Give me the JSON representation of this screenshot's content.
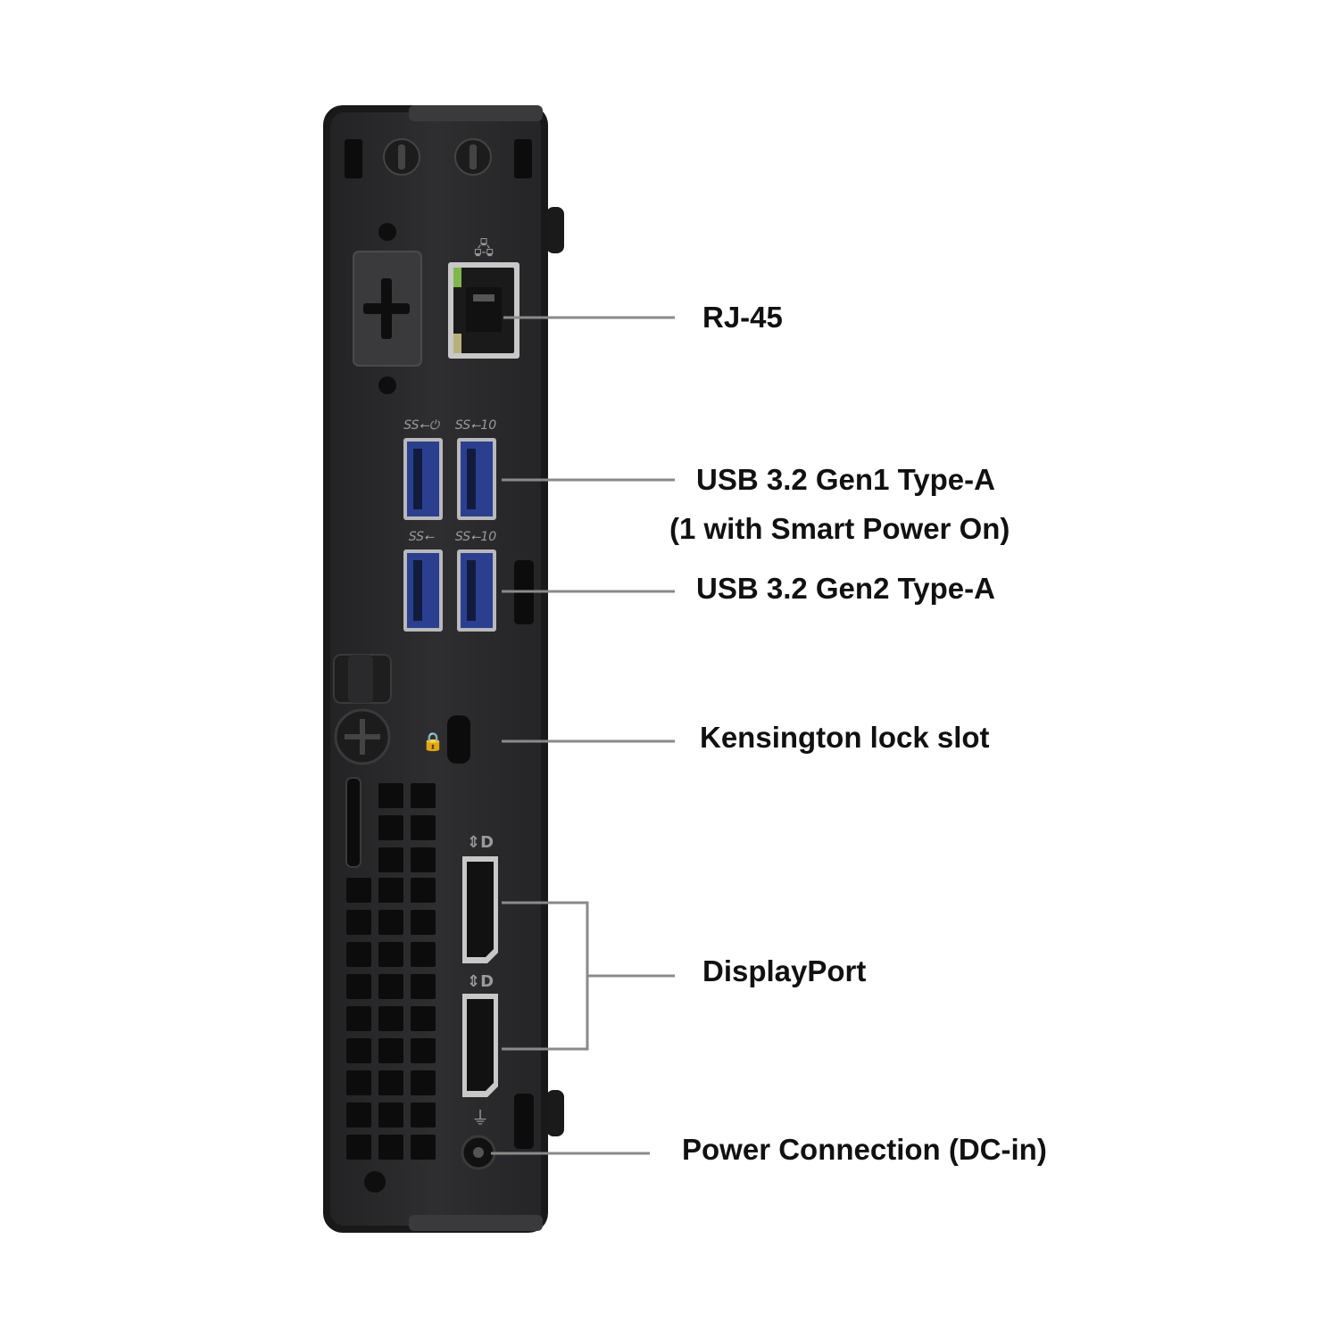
{
  "labels": {
    "rj45": "RJ-45",
    "usb_gen1": "USB 3.2 Gen1 Type-A",
    "usb_gen1_note": "(1 with Smart Power On)",
    "usb_gen2": "USB 3.2 Gen2 Type-A",
    "kensington": "Kensington lock slot",
    "displayport": "DisplayPort",
    "power": "Power Connection (DC-in)"
  },
  "port_markings": {
    "usb_top_left": "SS⭠⏻",
    "usb_top_right": "SS⭠10",
    "usb_bottom_left": "SS⭠",
    "usb_bottom_right": "SS⭠10"
  },
  "colors": {
    "chassis": "#2a2a2c",
    "chassis_edge": "#1a1a1b",
    "usb_blue": "#2a3f8f",
    "leader_line": "#8a8a8a",
    "label_text": "#111111"
  }
}
